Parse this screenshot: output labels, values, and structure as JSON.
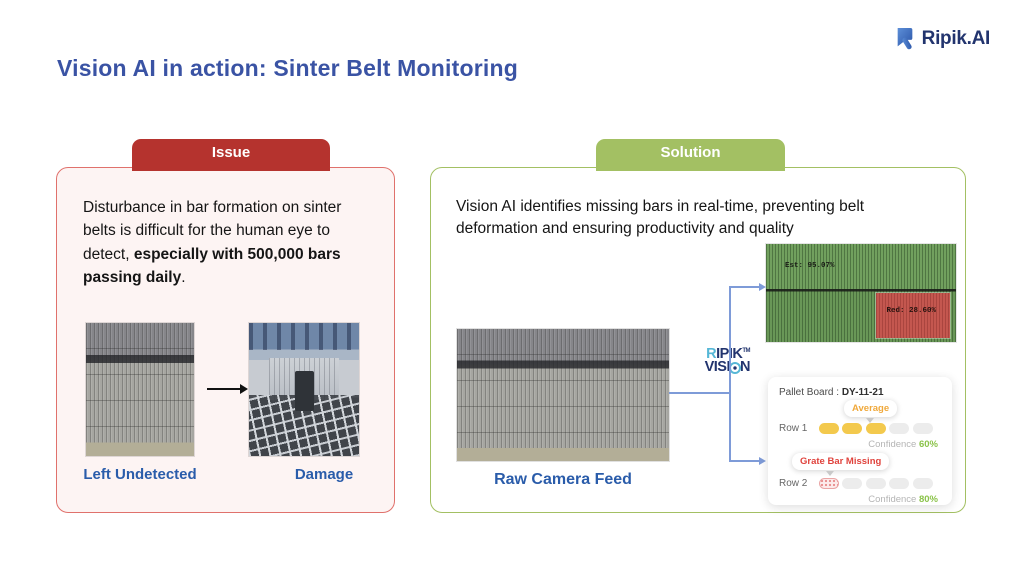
{
  "brand": {
    "logo_text": "Ripik.AI",
    "icon": "ripik-r-mark"
  },
  "title": "Vision AI in action: Sinter Belt Monitoring",
  "issue": {
    "badge": "Issue",
    "body_regular": "Disturbance in bar formation on sinter belts is difficult for the human eye to detect, ",
    "body_bold": "especially with 500,000 bars passing daily",
    "body_end": ".",
    "caption_left": "Left Undetected",
    "caption_right": "Damage"
  },
  "solution": {
    "badge": "Solution",
    "description": "Vision AI identifies missing bars in real-time, preventing belt deformation and ensuring productivity and quality",
    "camera_caption": "Raw Camera Feed",
    "vision_logo": {
      "r": "R",
      "ipik": "IPIK",
      "tm": "TM",
      "visi": "VISI",
      "n": "N"
    },
    "detection": {
      "green_overlay_label": "Est: 95.07%",
      "red_overlay_label": "Red: 28.60%"
    },
    "pallet": {
      "title_label": "Pallet Board : ",
      "board_id": "DY-11-21",
      "average_tooltip": "Average",
      "missing_tooltip": "Grate Bar Missing",
      "rows": [
        {
          "label": "Row 1",
          "pills": [
            "yellow",
            "yellow",
            "yellow",
            "gray",
            "gray"
          ],
          "confidence_label": "Confidence ",
          "confidence_value": "60%"
        },
        {
          "label": "Row 2",
          "pills": [
            "red",
            "gray",
            "gray",
            "gray",
            "gray"
          ],
          "confidence_label": "Confidence ",
          "confidence_value": "80%"
        }
      ]
    }
  },
  "colors": {
    "title_blue": "#3a53a4",
    "issue_red": "#b5332e",
    "issue_border": "#e0716c",
    "issue_bg": "#fdf4f3",
    "solution_green": "#a3c063",
    "caption_blue": "#2a5caa",
    "confidence_green": "#8bc34a",
    "pill_yellow": "#f3c94d",
    "pill_gray": "#ececec",
    "tooltip_orange": "#f0a93c",
    "tooltip_red": "#e0433d",
    "connector_blue": "#7e9bd8",
    "logo_navy": "#22346e",
    "logo_cyan": "#56b7d6"
  }
}
